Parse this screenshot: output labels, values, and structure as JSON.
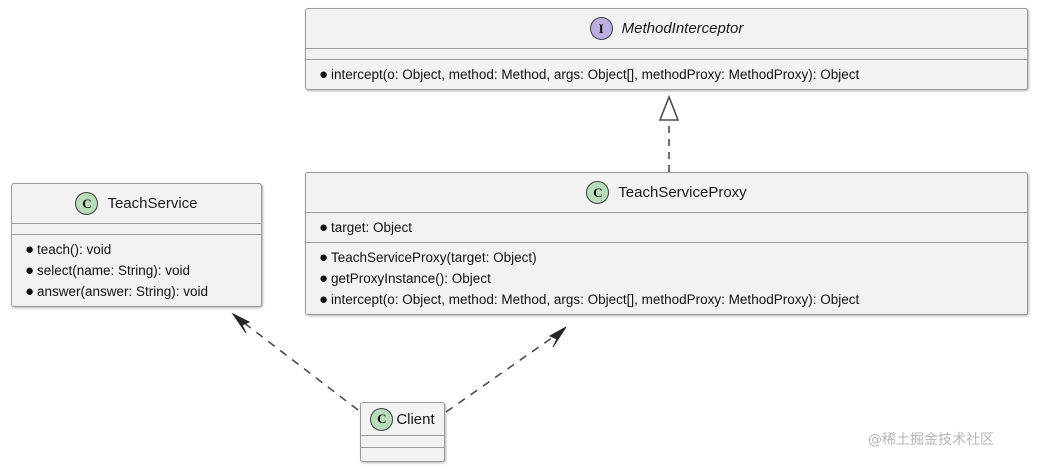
{
  "diagram": {
    "type": "uml-class-diagram",
    "watermark": "@稀土掘金技术社区",
    "colors": {
      "interface_icon": "#bcaee0",
      "class_icon": "#b9dcb9",
      "box_fill": "#f2f2f2",
      "box_border": "#9a9a9a",
      "connector": "#4d4d4d"
    }
  },
  "classes": {
    "method_interceptor": {
      "name": "MethodInterceptor",
      "stereotype": "interface",
      "icon": "interface-icon",
      "icon_letter": "I",
      "abstract": true,
      "fields": [],
      "methods": [
        "intercept(o: Object, method: Method, args: Object[], methodProxy: MethodProxy): Object"
      ]
    },
    "teach_service": {
      "name": "TeachService",
      "stereotype": "class",
      "icon": "class-icon",
      "icon_letter": "C",
      "abstract": false,
      "fields": [],
      "methods": [
        "teach(): void",
        "select(name: String): void",
        "answer(answer: String): void"
      ]
    },
    "teach_service_proxy": {
      "name": "TeachServiceProxy",
      "stereotype": "class",
      "icon": "class-icon",
      "icon_letter": "C",
      "abstract": false,
      "fields": [
        "target: Object"
      ],
      "methods": [
        "TeachServiceProxy(target: Object)",
        "getProxyInstance(): Object",
        "intercept(o: Object, method: Method, args: Object[], methodProxy: MethodProxy): Object"
      ]
    },
    "client": {
      "name": "Client",
      "stereotype": "class",
      "icon": "class-icon",
      "icon_letter": "C",
      "abstract": false,
      "fields": [],
      "methods": []
    }
  },
  "relations": [
    {
      "id": "realization",
      "kind": "realization",
      "from": "TeachServiceProxy",
      "to": "MethodInterceptor",
      "line": "dashed",
      "arrowhead": "hollow-triangle"
    },
    {
      "id": "client-uses-teachservice",
      "kind": "dependency",
      "from": "Client",
      "to": "TeachService",
      "line": "dashed",
      "arrowhead": "open"
    },
    {
      "id": "client-uses-proxy",
      "kind": "dependency",
      "from": "Client",
      "to": "TeachServiceProxy",
      "line": "dashed",
      "arrowhead": "open"
    }
  ]
}
